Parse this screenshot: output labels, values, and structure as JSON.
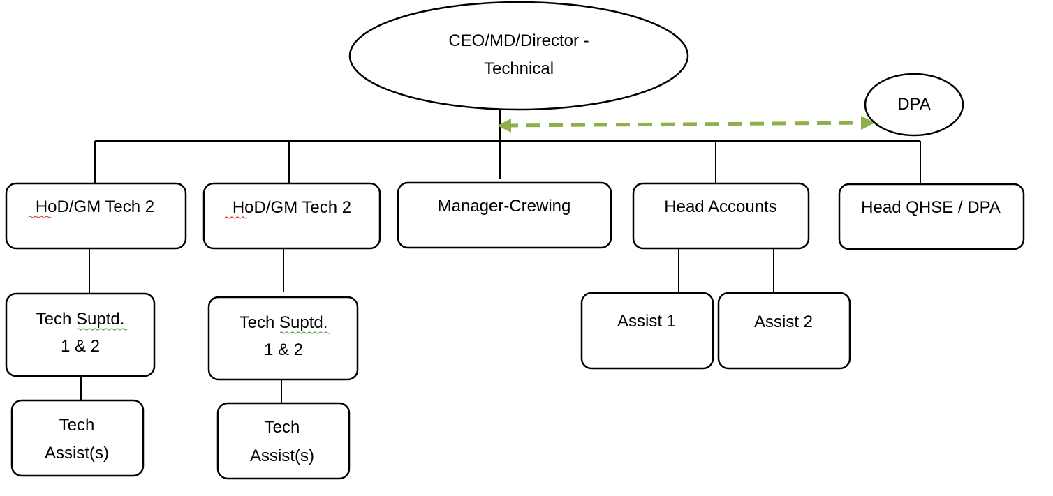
{
  "nodes": {
    "ceo": {
      "line1": "CEO/MD/Director -",
      "line2": "Technical"
    },
    "dpa": {
      "label": "DPA"
    },
    "hod1": {
      "label": "HoD/GM Tech 2",
      "underlined_word": "HoD"
    },
    "hod2": {
      "label": "HoD/GM Tech 2",
      "underlined_word": "HoD"
    },
    "crewing": {
      "label": "Manager-Crewing"
    },
    "accounts": {
      "label": "Head Accounts"
    },
    "qhse": {
      "label": "Head QHSE / DPA"
    },
    "suptd1": {
      "line1": "Tech Suptd.",
      "line2": "1 & 2",
      "underlined_word": "Suptd."
    },
    "suptd2": {
      "line1": "Tech Suptd.",
      "line2": "1 & 2",
      "underlined_word": "Suptd."
    },
    "assist1": {
      "label": "Assist 1"
    },
    "assist2": {
      "label": "Assist 2"
    },
    "techassist1": {
      "line1": "Tech",
      "line2": "Assist(s)"
    },
    "techassist2": {
      "line1": "Tech",
      "line2": "Assist(s)"
    }
  },
  "colors": {
    "line": "#000000",
    "dpa_link": "#8db04a",
    "spell_underline": "#d23a3a",
    "grammar_underline": "#4d9a3d"
  }
}
